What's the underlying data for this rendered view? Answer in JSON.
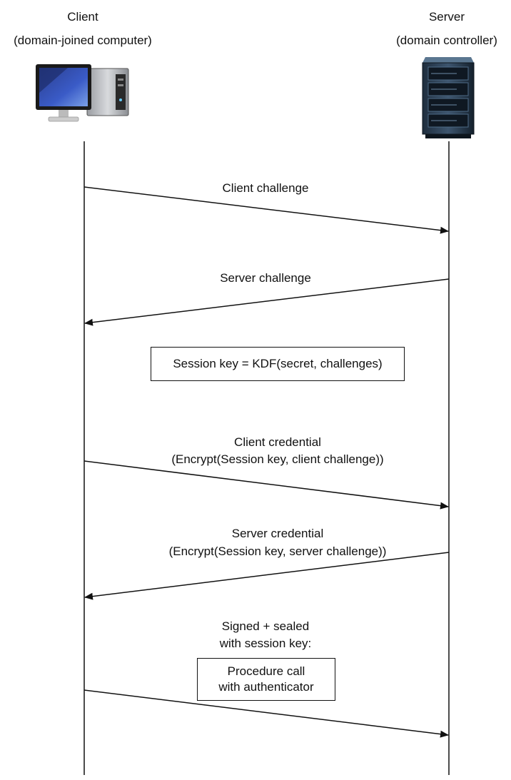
{
  "participants": {
    "client": {
      "title": "Client",
      "subtitle": "(domain-joined computer)",
      "icon": "desktop-computer-icon"
    },
    "server": {
      "title": "Server",
      "subtitle": "(domain controller)",
      "icon": "server-rack-icon"
    }
  },
  "messages": [
    {
      "id": "client-challenge",
      "lines": [
        "Client challenge"
      ],
      "direction": "client-to-server"
    },
    {
      "id": "server-challenge",
      "lines": [
        "Server challenge"
      ],
      "direction": "server-to-client"
    },
    {
      "id": "client-credential",
      "lines": [
        "Client credential",
        "(Encrypt(Session key, client challenge))"
      ],
      "direction": "client-to-server"
    },
    {
      "id": "server-credential",
      "lines": [
        "Server credential",
        "(Encrypt(Session key, server challenge))"
      ],
      "direction": "server-to-client"
    },
    {
      "id": "procedure-call",
      "lines": [
        "Signed + sealed",
        "with session key:"
      ],
      "direction": "client-to-server"
    }
  ],
  "notes": {
    "session_key": "Session key = KDF(secret, challenges)",
    "procedure_call": [
      "Procedure call",
      "with authenticator"
    ]
  },
  "colors": {
    "line": "#111111",
    "background": "#ffffff"
  }
}
